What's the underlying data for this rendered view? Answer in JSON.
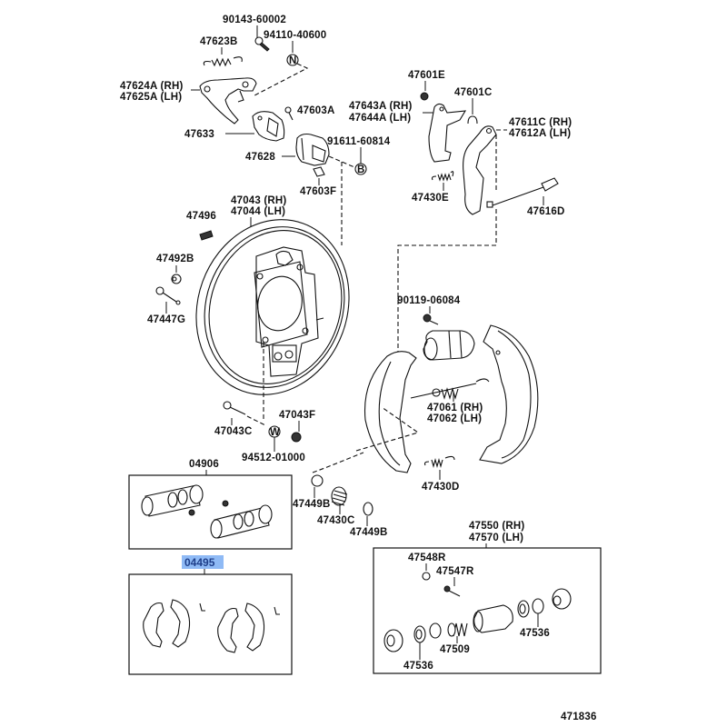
{
  "diagram": {
    "title": "Rear drum brake assembly parts diagram",
    "figure_number": "471836",
    "highlight_color": "#8fbaf5",
    "highlight_text_color": "#1f3f8a",
    "labels": {
      "p90143": "90143-60002",
      "p94110": "94110-40600",
      "p47623B": "47623B",
      "p47624A": "47624A (RH)",
      "p47625A": "47625A (LH)",
      "p47603A": "47603A",
      "p47633": "47633",
      "p47628": "47628",
      "p91611": "91611-60814",
      "p47603F": "47603F",
      "p47601E": "47601E",
      "p47601C": "47601C",
      "p47643A": "47643A (RH)",
      "p47644A": "47644A (LH)",
      "p47611C": "47611C (RH)",
      "p47612A": "47612A (LH)",
      "p47430E": "47430E",
      "p47616D": "47616D",
      "p47043": "47043 (RH)",
      "p47044": "47044 (LH)",
      "p47496": "47496",
      "p47492B": "47492B",
      "p47447G": "47447G",
      "p90119": "90119-06084",
      "p47061": "47061 (RH)",
      "p47062": "47062 (LH)",
      "p47430D": "47430D",
      "p47043C": "47043C",
      "p47043F": "47043F",
      "p94512": "94512-01000",
      "p04906": "04906",
      "p47449B_a": "47449B",
      "p47430C": "47430C",
      "p47449B_b": "47449B",
      "p04495": "04495",
      "p47550": "47550 (RH)",
      "p47570": "47570 (LH)",
      "p47548R": "47548R",
      "p47547R": "47547R",
      "p47536_a": "47536",
      "p47509": "47509",
      "p47536_b": "47536"
    },
    "symbols": {
      "washer_N": "N",
      "washer_B": "B",
      "washer_W": "W"
    }
  }
}
